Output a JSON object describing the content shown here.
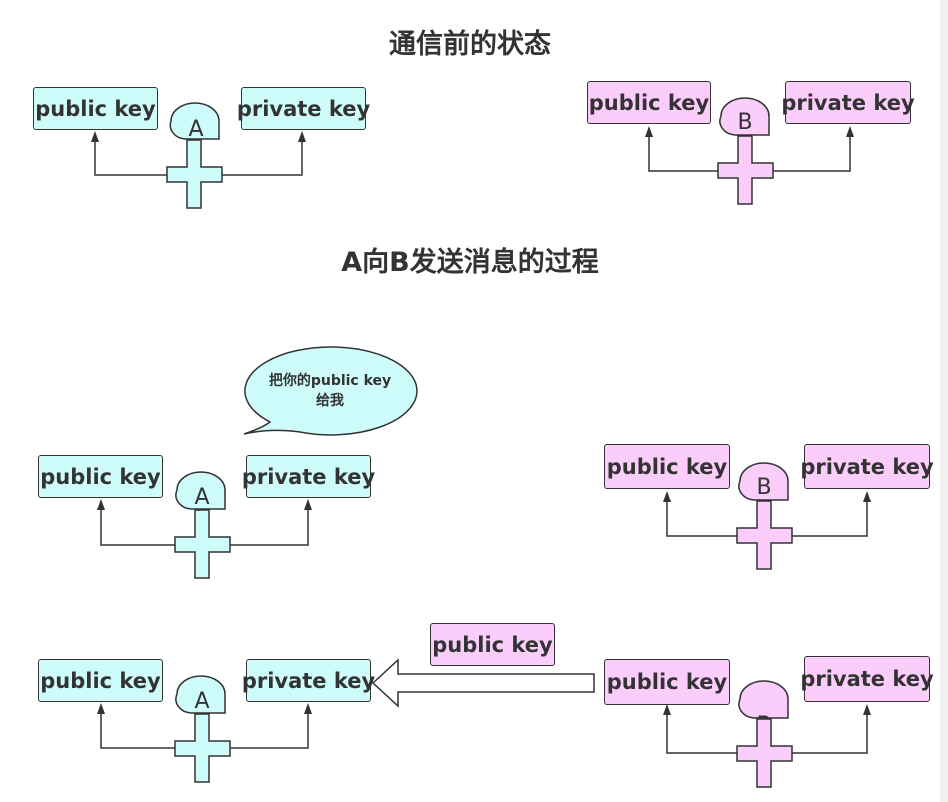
{
  "titles": {
    "before": "通信前的状态",
    "process": "A向B发送消息的过程"
  },
  "labels": {
    "public_key": "public key",
    "private_key": "private key"
  },
  "persons": {
    "a": "A",
    "b": "B"
  },
  "bubble": {
    "line1": "把你的public key",
    "line2": "给我"
  },
  "transfer_label": "public key",
  "colors": {
    "person_a_fill": "#cdfcfb",
    "person_b_fill": "#fbcdfb",
    "stroke": "#333333"
  }
}
